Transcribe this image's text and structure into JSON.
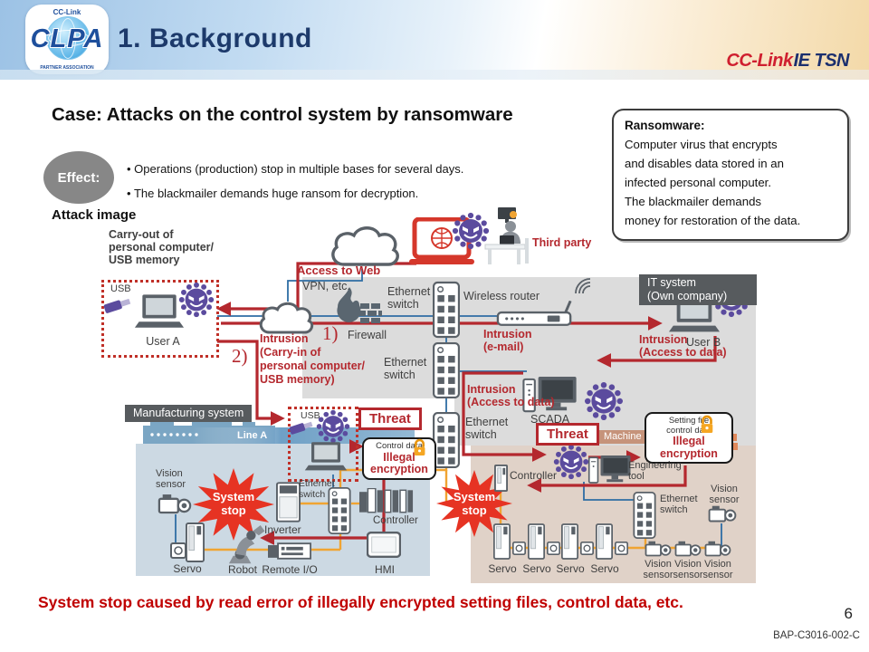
{
  "header": {
    "title": "1. Background",
    "logo": {
      "word": "CLPA",
      "arc_top": "CC-Link",
      "arc_bottom": "PARTNER ASSOCIATION"
    },
    "brand": {
      "cc": "CC-Link",
      "ie": "IE",
      "tsn": "TSN"
    }
  },
  "case_title": "Case: Attacks on the control system by ransomware",
  "note": {
    "title": "Ransomware:",
    "lines": [
      "Computer virus that encrypts",
      "and disables data stored in an",
      "infected personal computer.",
      "The blackmailer demands",
      "money for restoration of the data."
    ]
  },
  "effect": {
    "label": "Effect:",
    "bullets": [
      "Operations (production) stop in multiple bases for several days.",
      "The blackmailer demands huge ransom for decryption."
    ]
  },
  "attack_image_label": "Attack image",
  "diagram": {
    "carry_out": [
      "Carry-out of",
      "personal computer/",
      "USB memory"
    ],
    "usb": "USB",
    "user_a": "User A",
    "user_b": "User B",
    "access_to_web": "Access to Web",
    "vpn": "VPN, etc.",
    "third_party": "Third party",
    "firewall_no": "1)",
    "firewall": "Firewall",
    "ethernet_switch": [
      "Ethernet",
      "switch"
    ],
    "wireless_router": "Wireless router",
    "it_system": [
      "IT system",
      "(Own company)"
    ],
    "intrusion_email": [
      "Intrusion",
      "(e-mail)"
    ],
    "intrusion_access": [
      "Intrusion",
      "(Access to data)"
    ],
    "carry_in_no": "2)",
    "intrusion_carry_in": [
      "Intrusion",
      "(Carry-in of",
      "personal computer/",
      "USB memory)"
    ],
    "scada": "SCADA",
    "manufacturing_system": "Manufacturing system",
    "line_a": "Line A",
    "machine_b": "Machine B",
    "threat": "Threat",
    "bubble_control": [
      "Control data",
      "Illegal",
      "encryption"
    ],
    "bubble_setting": [
      "Setting file",
      "control data",
      "Illegal",
      "encryption"
    ],
    "system_stop": [
      "System",
      "stop"
    ],
    "vision_sensor": [
      "Vision",
      "sensor"
    ],
    "inverter": "Inverter",
    "controller": "Controller",
    "servo": "Servo",
    "robot": "Robot",
    "remote_io": "Remote I/O",
    "hmi": "HMI",
    "engineering_tool": [
      "Engineering",
      "tool"
    ],
    "colors": {
      "attack_red": "#b4282e",
      "accent_red": "#c00000",
      "zone_gray": "#dcdcdc",
      "zone_tan": "#e0d2c8",
      "zone_blue": "#ccd9e3",
      "virus_purple": "#5b4b9e",
      "line_orange": "#f0a432",
      "line_blue": "#2e6da4",
      "star_red": "#e63323"
    }
  },
  "footer": {
    "conclusion": "System stop caused by read error of illegally encrypted setting files, control data, etc.",
    "page": "6",
    "doc_number": "BAP-C3016-002-C"
  }
}
